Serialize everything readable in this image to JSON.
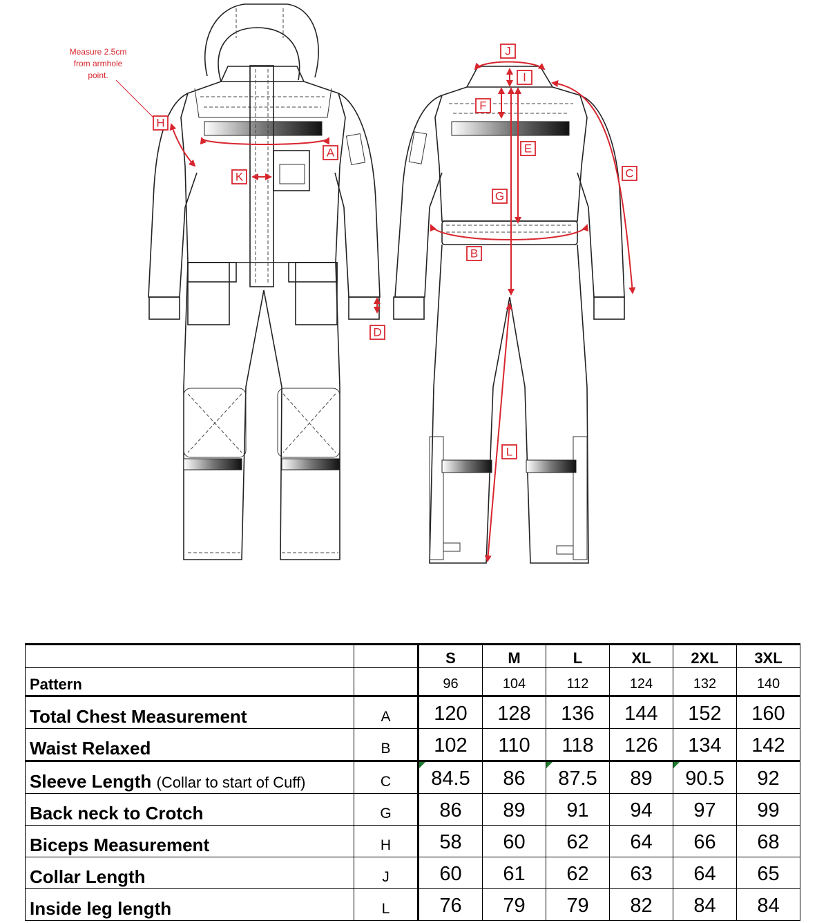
{
  "diagram": {
    "note_lines": [
      "Measure 2.5cm",
      "from armhole",
      "point."
    ],
    "labels": {
      "A": "A",
      "B": "B",
      "C": "C",
      "D": "D",
      "E": "E",
      "F": "F",
      "G": "G",
      "H": "H",
      "I": "I",
      "J": "J",
      "K": "K",
      "L": "L"
    }
  },
  "table": {
    "sizes": [
      "S",
      "M",
      "L",
      "XL",
      "2XL",
      "3XL"
    ],
    "pattern": {
      "label": "Pattern",
      "values": [
        "96",
        "104",
        "112",
        "124",
        "132",
        "140"
      ]
    },
    "rows": [
      {
        "name": "Total Chest Measurement",
        "sub": "",
        "code": "A",
        "values": [
          "120",
          "128",
          "136",
          "144",
          "152",
          "160"
        ]
      },
      {
        "name": "Waist Relaxed",
        "sub": "",
        "code": "B",
        "values": [
          "102",
          "110",
          "118",
          "126",
          "134",
          "142"
        ]
      },
      {
        "name": "Sleeve Length",
        "sub": "(Collar to start of Cuff)",
        "code": "C",
        "values": [
          "84.5",
          "86",
          "87.5",
          "89",
          "90.5",
          "92"
        ]
      },
      {
        "name": "Back neck to Crotch",
        "sub": "",
        "code": "G",
        "values": [
          "86",
          "89",
          "91",
          "94",
          "97",
          "99"
        ]
      },
      {
        "name": "Biceps Measurement",
        "sub": "",
        "code": "H",
        "values": [
          "58",
          "60",
          "62",
          "64",
          "66",
          "68"
        ]
      },
      {
        "name": "Collar Length",
        "sub": "",
        "code": "J",
        "values": [
          "60",
          "61",
          "62",
          "63",
          "64",
          "65"
        ]
      },
      {
        "name": "Inside leg length",
        "sub": "",
        "code": "L",
        "values": [
          "76",
          "79",
          "79",
          "82",
          "84",
          "84"
        ]
      }
    ]
  }
}
